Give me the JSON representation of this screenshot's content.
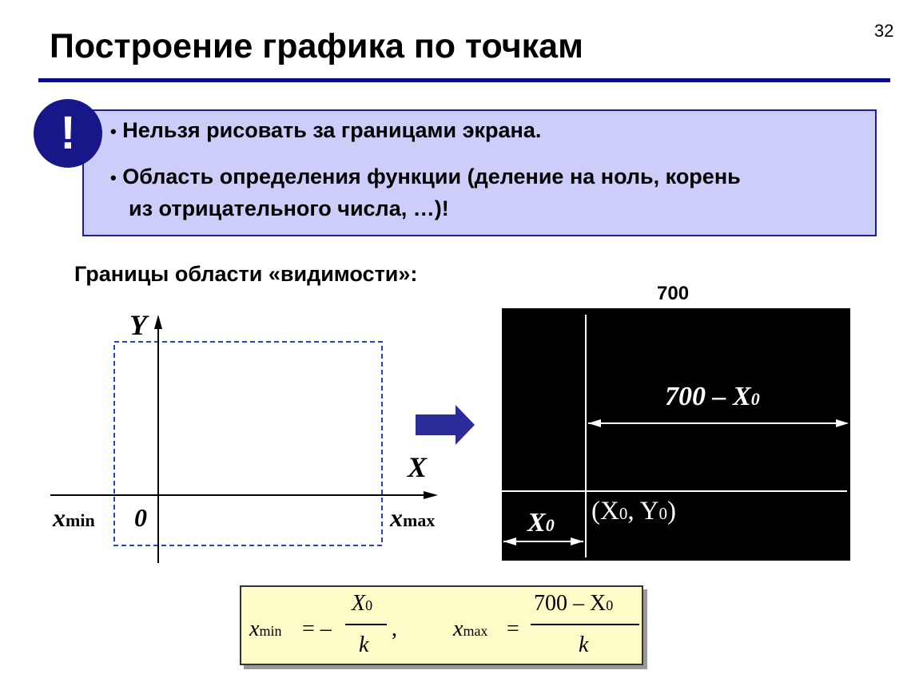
{
  "slide": {
    "title": "Построение графика по точкам",
    "page_number": "32"
  },
  "notice": {
    "icon": "exclamation-icon",
    "icon_text": "!",
    "bullets": [
      "Нельзя рисовать за границами экрана.",
      "Область определения функции (деление на ноль, корень",
      "из отрицательного  числа, …)!"
    ]
  },
  "visibility": {
    "heading": "Границы области «видимости»:"
  },
  "left_graph": {
    "y_label": "Y",
    "x_label": "X",
    "origin_label": "0",
    "xmin_label": "x",
    "xmin_sub": "min",
    "xmax_label": "x",
    "xmax_sub": "max"
  },
  "screen": {
    "width_label": "700",
    "right_span_label": "700 – X",
    "right_span_sub": "0",
    "left_span_label": "X",
    "left_span_sub": "0",
    "point_label_open": "(X",
    "point_label_sub1": "0",
    "point_label_mid": ", Y",
    "point_label_sub2": "0",
    "point_label_close": ")"
  },
  "formula": {
    "xmin_lhs": "x",
    "xmin_sub": "min",
    "eq1": "= –",
    "xmin_num": "X",
    "xmin_num_sub": "0",
    "xmin_den": "k",
    "comma": ",",
    "xmax_lhs": "x",
    "xmax_sub": "max",
    "eq2": "=",
    "xmax_num": "700 – X",
    "xmax_num_sub": "0",
    "xmax_den": "k"
  },
  "colors": {
    "rule": "#0a0a8c",
    "notice_bg": "#cdcdfa",
    "notice_border": "#1e1e99",
    "arrow": "#2b2b99",
    "dashed_box": "#2244cc",
    "formula_bg": "#fdfcc8"
  }
}
